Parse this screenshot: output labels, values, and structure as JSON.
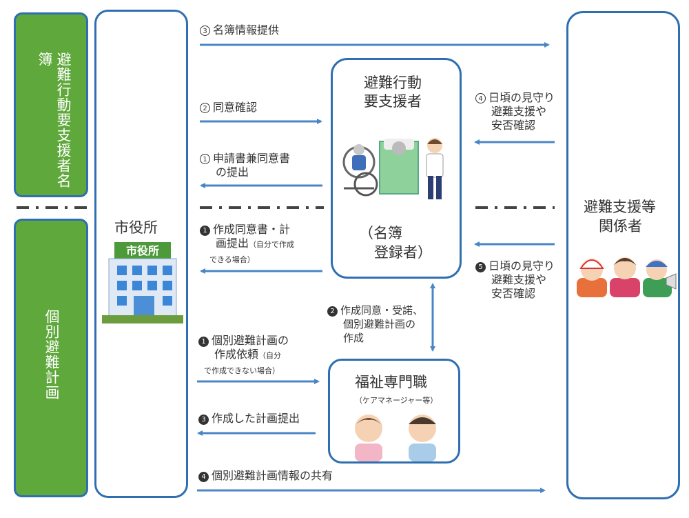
{
  "left_sections": {
    "top": "避難行動要支援者名簿",
    "bottom": "個別避難計画"
  },
  "city_hall": {
    "label": "市役所",
    "sign": "市役所"
  },
  "person_box": {
    "title_line1": "避難行動",
    "title_line2": "要支援者",
    "sub_line1": "（名簿",
    "sub_line2": "登録者）"
  },
  "stakeholders": {
    "title_line1": "避難支援等",
    "title_line2": "関係者"
  },
  "welfare": {
    "title": "福祉専門職",
    "subtitle": "（ケアマネージャー等）"
  },
  "arrows": {
    "a3_top": {
      "marker": "3",
      "text": "名簿情報提供"
    },
    "a2_top": {
      "marker": "2",
      "text": "同意確認"
    },
    "a1_top": {
      "marker": "1",
      "line1": "申請書兼同意書",
      "line2": "の提出"
    },
    "a4_top": {
      "marker": "4",
      "line1": "日頃の見守り",
      "line2": "避難支援や",
      "line3": "安否確認"
    },
    "b1_top": {
      "marker": "1",
      "line1": "作成同意書・計",
      "line2": "画提出",
      "note_a": "（自分で作成",
      "note_b": "できる場合）"
    },
    "b5_right": {
      "marker": "5",
      "line1": "日頃の見守り",
      "line2": "避難支援や",
      "line3": "安否確認"
    },
    "b2_vertical": {
      "marker": "2",
      "line1": "作成同意・受諾、",
      "line2": "個別避難計画の",
      "line3": "作成"
    },
    "b1_bottom": {
      "marker": "1",
      "line1": "個別避難計画の",
      "line2": "作成依頼",
      "note_a": "（自分",
      "note_b": "で作成できない場合）"
    },
    "b3": {
      "marker": "3",
      "text": "作成した計画提出"
    },
    "b4": {
      "marker": "4",
      "text": "個別避難計画情報の共有"
    }
  },
  "colors": {
    "green": "#5fa83b",
    "blue_border": "#2f6fb0",
    "arrow": "#4a86c5"
  }
}
